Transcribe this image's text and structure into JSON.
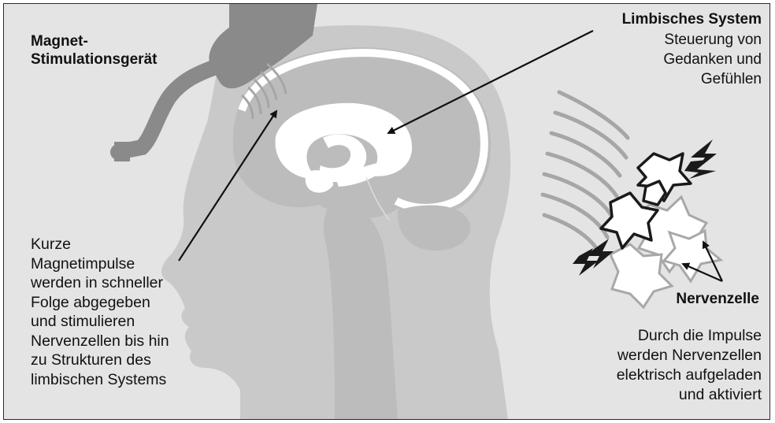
{
  "figure": {
    "background": "#e4e4e4",
    "border_color": "#2a2a2a",
    "head_color": "#c9c9c9",
    "brain_color": "#bcbcbc",
    "highlight_color": "#ffffff",
    "device_color": "#8a8a8a",
    "wave_color": "#a6a6a6",
    "arrow_color": "#111111"
  },
  "labels": {
    "device_title": [
      "Magnet-",
      "Stimulationsgerät"
    ],
    "limbic_title": "Limbisches System",
    "limbic_desc": [
      "Steuerung von",
      "Gedanken und",
      "Gefühlen"
    ],
    "stimulation_desc": [
      "Kurze",
      "Magnetimpulse",
      "werden in schneller",
      "Folge abgegeben",
      "und stimulieren",
      "Nervenzellen bis hin",
      "zu Strukturen des",
      "limbischen Systems"
    ],
    "neuron_title": "Nervenzelle",
    "neuron_desc": [
      "Durch die Impulse",
      "werden Nervenzellen",
      "elektrisch aufgeladen",
      "und aktiviert"
    ]
  },
  "icons": {
    "head": "head-silhouette-icon",
    "brain": "brain-icon",
    "limbic": "limbic-system-icon",
    "device": "magnetic-coil-icon",
    "neurons": "neuron-cluster-icon",
    "sparks": "lightning-spark-icon"
  }
}
